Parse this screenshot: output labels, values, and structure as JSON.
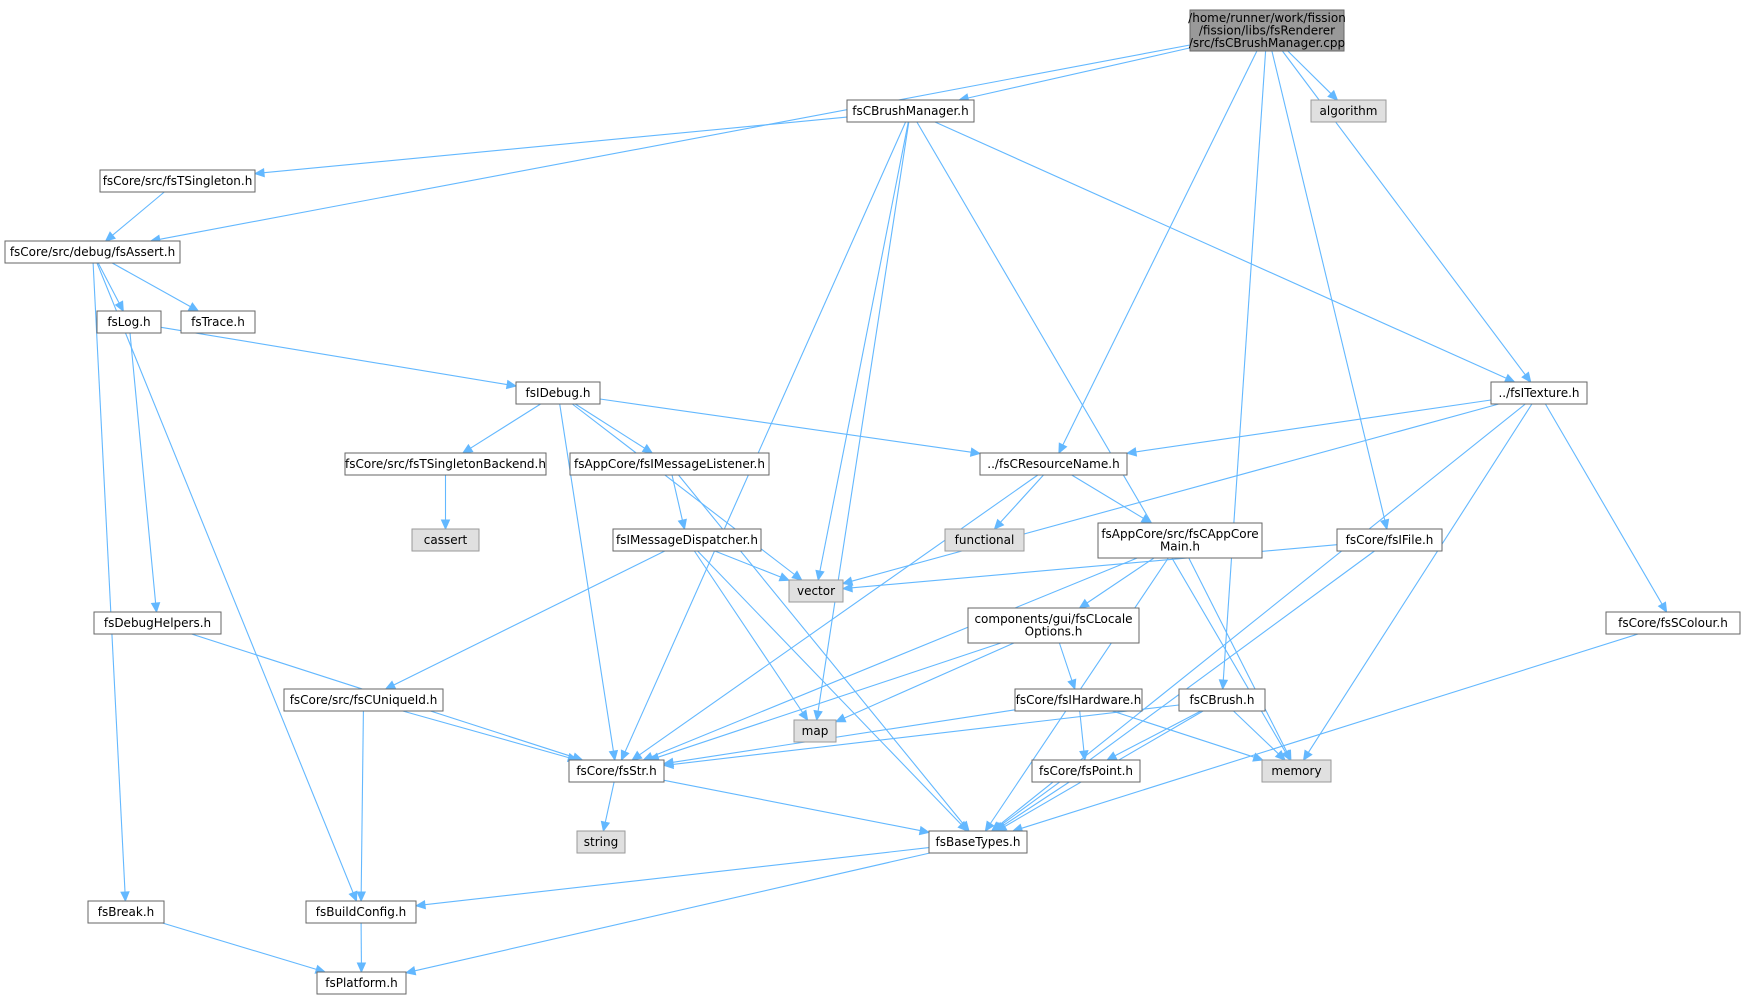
{
  "colors": {
    "node_fill": "#ffffff",
    "node_stroke": "#666666",
    "root_fill": "#999999",
    "root_stroke": "#666666",
    "external_fill": "#e0e0e0",
    "external_stroke": "#999999",
    "edge": "#63b8ff"
  },
  "nodes": [
    {
      "id": "root",
      "lines": [
        "/home/runner/work/fission",
        "/fission/libs/fsRenderer",
        "/src/fsCBrushManager.cpp"
      ],
      "kind": "root"
    },
    {
      "id": "brushmgr",
      "lines": [
        "fsCBrushManager.h"
      ],
      "kind": "normal"
    },
    {
      "id": "algorithm",
      "lines": [
        "algorithm"
      ],
      "kind": "external"
    },
    {
      "id": "singleton",
      "lines": [
        "fsCore/src/fsTSingleton.h"
      ],
      "kind": "normal"
    },
    {
      "id": "assert",
      "lines": [
        "fsCore/src/debug/fsAssert.h"
      ],
      "kind": "normal"
    },
    {
      "id": "log",
      "lines": [
        "fsLog.h"
      ],
      "kind": "normal"
    },
    {
      "id": "trace",
      "lines": [
        "fsTrace.h"
      ],
      "kind": "normal"
    },
    {
      "id": "idebug",
      "lines": [
        "fsIDebug.h"
      ],
      "kind": "normal"
    },
    {
      "id": "itexture",
      "lines": [
        "../fsITexture.h"
      ],
      "kind": "normal"
    },
    {
      "id": "singletonbackend",
      "lines": [
        "fsCore/src/fsTSingletonBackend.h"
      ],
      "kind": "normal"
    },
    {
      "id": "msglistener",
      "lines": [
        "fsAppCore/fsIMessageListener.h"
      ],
      "kind": "normal"
    },
    {
      "id": "resname",
      "lines": [
        "../fsCResourceName.h"
      ],
      "kind": "normal"
    },
    {
      "id": "cassert",
      "lines": [
        "cassert"
      ],
      "kind": "external"
    },
    {
      "id": "msgdispatcher",
      "lines": [
        "fsIMessageDispatcher.h"
      ],
      "kind": "normal"
    },
    {
      "id": "functional",
      "lines": [
        "functional"
      ],
      "kind": "external"
    },
    {
      "id": "appcoremain",
      "lines": [
        "fsAppCore/src/fsCAppCore",
        "Main.h"
      ],
      "kind": "normal"
    },
    {
      "id": "ifile",
      "lines": [
        "fsCore/fsIFile.h"
      ],
      "kind": "normal"
    },
    {
      "id": "vector",
      "lines": [
        "vector"
      ],
      "kind": "external"
    },
    {
      "id": "debughelpers",
      "lines": [
        "fsDebugHelpers.h"
      ],
      "kind": "normal"
    },
    {
      "id": "localeopts",
      "lines": [
        "components/gui/fsCLocale",
        "Options.h"
      ],
      "kind": "normal"
    },
    {
      "id": "scolour",
      "lines": [
        "fsCore/fsSColour.h"
      ],
      "kind": "normal"
    },
    {
      "id": "uniqueid",
      "lines": [
        "fsCore/src/fsCUniqueId.h"
      ],
      "kind": "normal"
    },
    {
      "id": "map",
      "lines": [
        "map"
      ],
      "kind": "external"
    },
    {
      "id": "ihardware",
      "lines": [
        "fsCore/fsIHardware.h"
      ],
      "kind": "normal"
    },
    {
      "id": "brush",
      "lines": [
        "fsCBrush.h"
      ],
      "kind": "normal"
    },
    {
      "id": "str",
      "lines": [
        "fsCore/fsStr.h"
      ],
      "kind": "normal"
    },
    {
      "id": "point",
      "lines": [
        "fsCore/fsPoint.h"
      ],
      "kind": "normal"
    },
    {
      "id": "memory",
      "lines": [
        "memory"
      ],
      "kind": "external"
    },
    {
      "id": "string",
      "lines": [
        "string"
      ],
      "kind": "external"
    },
    {
      "id": "basetypes",
      "lines": [
        "fsBaseTypes.h"
      ],
      "kind": "normal"
    },
    {
      "id": "break",
      "lines": [
        "fsBreak.h"
      ],
      "kind": "normal"
    },
    {
      "id": "buildconfig",
      "lines": [
        "fsBuildConfig.h"
      ],
      "kind": "normal"
    },
    {
      "id": "platform",
      "lines": [
        "fsPlatform.h"
      ],
      "kind": "normal"
    }
  ],
  "edges": [
    [
      "root",
      "brushmgr"
    ],
    [
      "root",
      "algorithm"
    ],
    [
      "root",
      "assert"
    ],
    [
      "root",
      "resname"
    ],
    [
      "root",
      "ifile"
    ],
    [
      "root",
      "itexture"
    ],
    [
      "root",
      "brush"
    ],
    [
      "brushmgr",
      "singleton"
    ],
    [
      "brushmgr",
      "str"
    ],
    [
      "brushmgr",
      "vector"
    ],
    [
      "brushmgr",
      "map"
    ],
    [
      "brushmgr",
      "memory"
    ],
    [
      "brushmgr",
      "itexture"
    ],
    [
      "singleton",
      "assert"
    ],
    [
      "assert",
      "log"
    ],
    [
      "assert",
      "trace"
    ],
    [
      "assert",
      "break"
    ],
    [
      "assert",
      "buildconfig"
    ],
    [
      "log",
      "idebug"
    ],
    [
      "log",
      "debughelpers"
    ],
    [
      "idebug",
      "singletonbackend"
    ],
    [
      "idebug",
      "msglistener"
    ],
    [
      "idebug",
      "resname"
    ],
    [
      "idebug",
      "vector"
    ],
    [
      "idebug",
      "str"
    ],
    [
      "singletonbackend",
      "cassert"
    ],
    [
      "msglistener",
      "msgdispatcher"
    ],
    [
      "msglistener",
      "basetypes"
    ],
    [
      "msgdispatcher",
      "uniqueid"
    ],
    [
      "msgdispatcher",
      "vector"
    ],
    [
      "msgdispatcher",
      "map"
    ],
    [
      "msgdispatcher",
      "basetypes"
    ],
    [
      "resname",
      "str"
    ],
    [
      "resname",
      "functional"
    ],
    [
      "resname",
      "appcoremain"
    ],
    [
      "itexture",
      "resname"
    ],
    [
      "itexture",
      "vector"
    ],
    [
      "itexture",
      "memory"
    ],
    [
      "itexture",
      "scolour"
    ],
    [
      "itexture",
      "basetypes"
    ],
    [
      "appcoremain",
      "localeopts"
    ],
    [
      "appcoremain",
      "str"
    ],
    [
      "appcoremain",
      "memory"
    ],
    [
      "appcoremain",
      "basetypes"
    ],
    [
      "ifile",
      "vector"
    ],
    [
      "ifile",
      "basetypes"
    ],
    [
      "localeopts",
      "ihardware"
    ],
    [
      "localeopts",
      "map"
    ],
    [
      "localeopts",
      "str"
    ],
    [
      "debughelpers",
      "str"
    ],
    [
      "uniqueid",
      "str"
    ],
    [
      "uniqueid",
      "buildconfig"
    ],
    [
      "ihardware",
      "str"
    ],
    [
      "ihardware",
      "point"
    ],
    [
      "ihardware",
      "memory"
    ],
    [
      "brush",
      "str"
    ],
    [
      "brush",
      "point"
    ],
    [
      "brush",
      "memory"
    ],
    [
      "brush",
      "basetypes"
    ],
    [
      "str",
      "string"
    ],
    [
      "str",
      "basetypes"
    ],
    [
      "point",
      "basetypes"
    ],
    [
      "scolour",
      "basetypes"
    ],
    [
      "basetypes",
      "buildconfig"
    ],
    [
      "basetypes",
      "platform"
    ],
    [
      "break",
      "platform"
    ],
    [
      "buildconfig",
      "platform"
    ]
  ]
}
